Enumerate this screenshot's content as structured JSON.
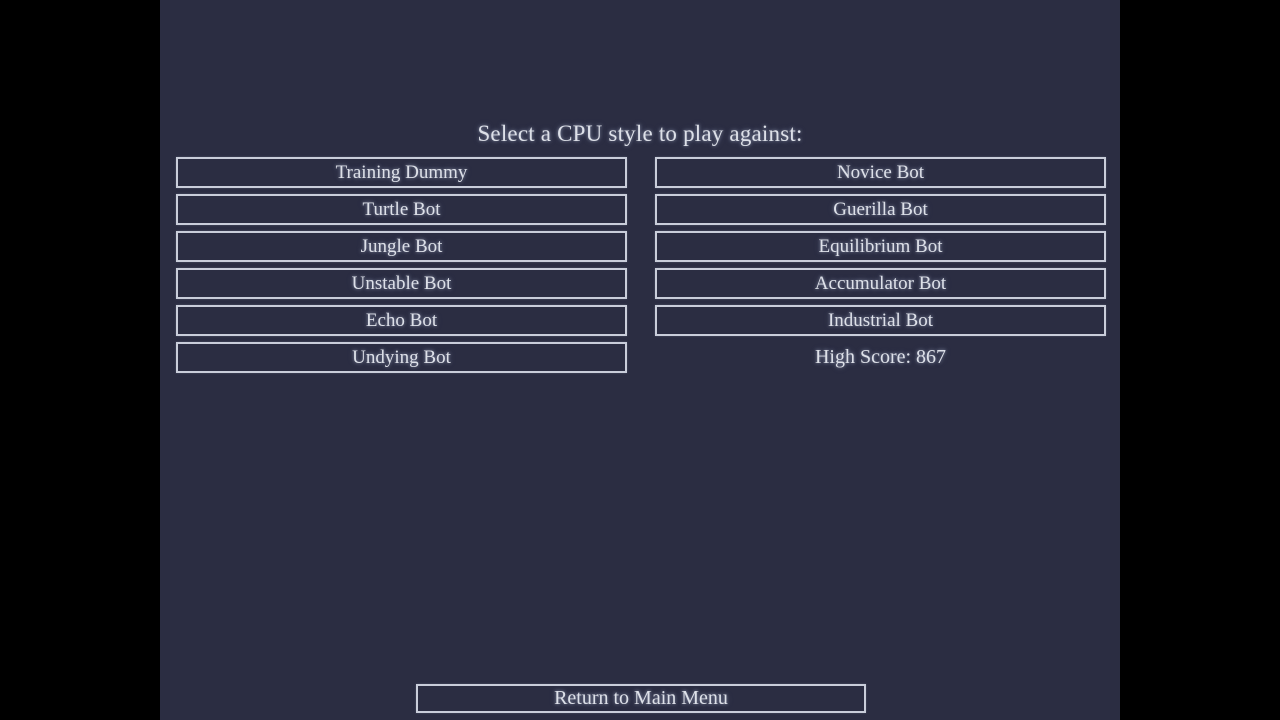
{
  "screen": {
    "background_color": "#2b2d42",
    "letterbox_color": "#000000",
    "text_color": "#dde0e8",
    "border_color": "#c9cdda"
  },
  "header": {
    "title": "Select a CPU style to play against:"
  },
  "menu": {
    "left_column": [
      {
        "label": "Training Dummy"
      },
      {
        "label": "Turtle Bot"
      },
      {
        "label": "Jungle Bot"
      },
      {
        "label": "Unstable Bot"
      },
      {
        "label": "Echo Bot"
      },
      {
        "label": "Undying Bot"
      }
    ],
    "right_column": [
      {
        "label": "Novice Bot"
      },
      {
        "label": "Guerilla Bot"
      },
      {
        "label": "Equilibrium Bot"
      },
      {
        "label": "Accumulator Bot"
      },
      {
        "label": "Industrial Bot"
      }
    ]
  },
  "status": {
    "high_score_label": "High Score: 867"
  },
  "footer": {
    "return_label": "Return to Main Menu"
  }
}
